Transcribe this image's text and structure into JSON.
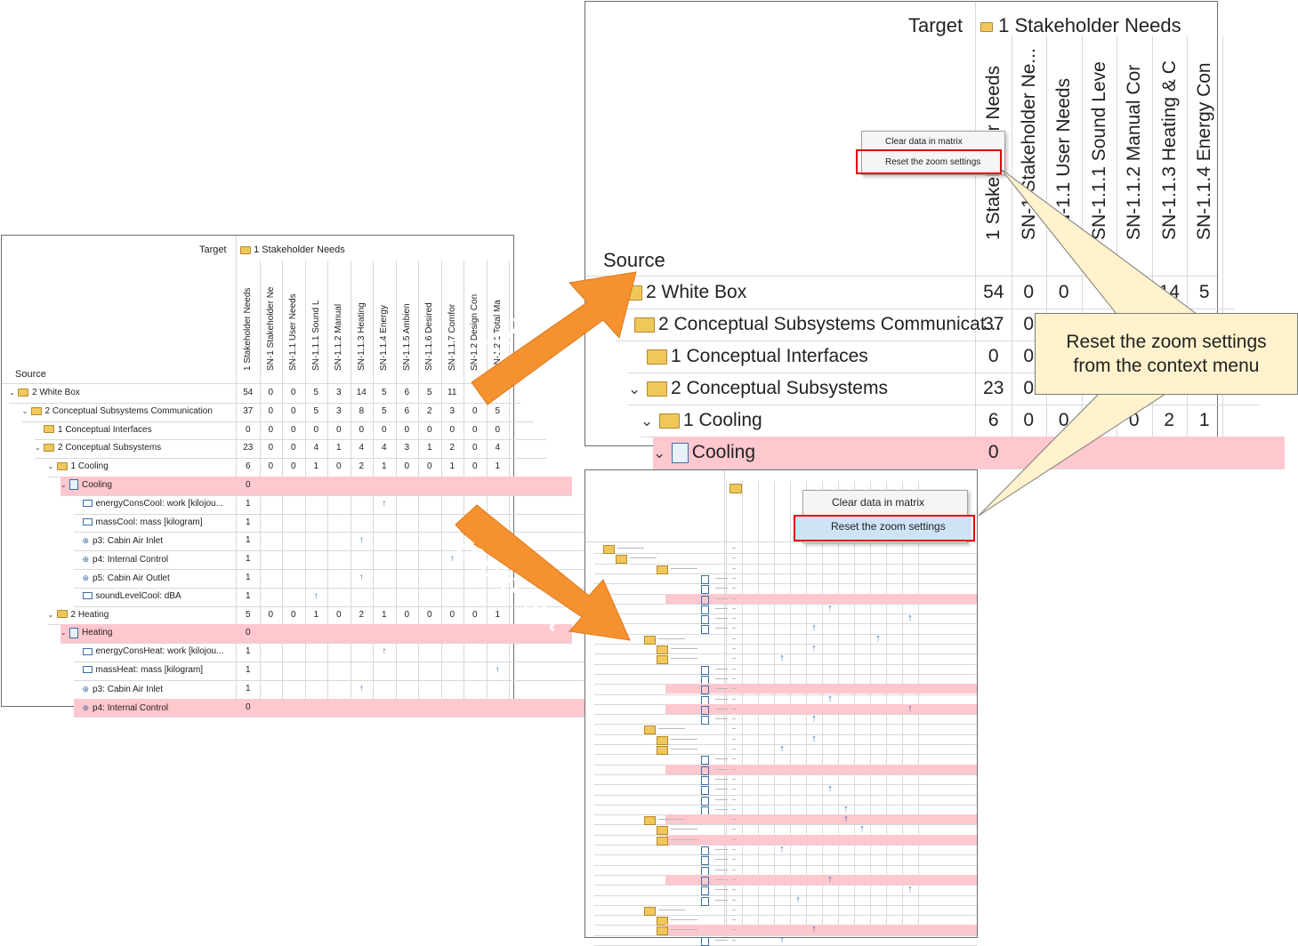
{
  "left": {
    "target_label": "Target",
    "source_label": "Source",
    "group_header": "1 Stakeholder Needs",
    "columns": [
      "1 Stakeholder Needs",
      "SN-1 Stakeholder Ne",
      "SN-1.1 User Needs",
      "SN-1.1.1 Sound L",
      "SN-1.1.2 Manual",
      "SN-1.1.3 Heating",
      "SN-1.1.4 Energy",
      "SN-1.1.5 Ambien",
      "SN-1.1.6 Desired",
      "SN-1.1.7 Comfor",
      "SN-1.2 Design Con",
      "SN-1.2.1 Total Ma"
    ],
    "rows": [
      {
        "label": "2 White Box",
        "cells": [
          "54",
          "0",
          "0",
          "5",
          "3",
          "14",
          "5",
          "6",
          "5",
          "11",
          "",
          ""
        ]
      },
      {
        "label": "2 Conceptual Subsystems Communication",
        "cells": [
          "37",
          "0",
          "0",
          "5",
          "3",
          "8",
          "5",
          "6",
          "2",
          "3",
          "0",
          "5"
        ]
      },
      {
        "label": "1 Conceptual Interfaces",
        "cells": [
          "0",
          "0",
          "0",
          "0",
          "0",
          "0",
          "0",
          "0",
          "0",
          "0",
          "0",
          "0"
        ]
      },
      {
        "label": "2 Conceptual Subsystems",
        "cells": [
          "23",
          "0",
          "0",
          "4",
          "1",
          "4",
          "4",
          "3",
          "1",
          "2",
          "0",
          "4"
        ]
      },
      {
        "label": "1 Cooling",
        "cells": [
          "6",
          "0",
          "0",
          "1",
          "0",
          "2",
          "1",
          "0",
          "0",
          "1",
          "0",
          "1"
        ]
      },
      {
        "label": "Cooling",
        "cells": [
          "0",
          "",
          "",
          "",
          "",
          "",
          "",
          "",
          "",
          "",
          "",
          ""
        ]
      },
      {
        "label": "energyConsCool: work [kilojou...",
        "cells": [
          "1",
          "",
          "",
          "",
          "",
          "",
          "↑",
          "",
          "",
          "",
          "",
          ""
        ]
      },
      {
        "label": "massCool: mass [kilogram]",
        "cells": [
          "1",
          "",
          "",
          "",
          "",
          "",
          "",
          "",
          "",
          "",
          "",
          ""
        ]
      },
      {
        "label": "p3: Cabin Air Inlet",
        "cells": [
          "1",
          "",
          "",
          "",
          "",
          "↑",
          "",
          "",
          "",
          "",
          "",
          ""
        ]
      },
      {
        "label": "p4: Internal Control",
        "cells": [
          "1",
          "",
          "",
          "",
          "",
          "",
          "",
          "",
          "",
          "↑",
          "",
          ""
        ]
      },
      {
        "label": "p5: Cabin Air Outlet",
        "cells": [
          "1",
          "",
          "",
          "",
          "",
          "↑",
          "",
          "",
          "",
          "",
          "",
          ""
        ]
      },
      {
        "label": "soundLevelCool: dBA",
        "cells": [
          "1",
          "",
          "",
          "↑",
          "",
          "",
          "",
          "",
          "",
          "",
          "",
          ""
        ]
      },
      {
        "label": "2 Heating",
        "cells": [
          "5",
          "0",
          "0",
          "1",
          "0",
          "2",
          "1",
          "0",
          "0",
          "0",
          "0",
          "1"
        ]
      },
      {
        "label": "Heating",
        "cells": [
          "0",
          "",
          "",
          "",
          "",
          "",
          "",
          "",
          "",
          "",
          "",
          ""
        ]
      },
      {
        "label": "energyConsHeat: work [kilojou...",
        "cells": [
          "1",
          "",
          "",
          "",
          "",
          "",
          "↑",
          "",
          "",
          "",
          "",
          ""
        ]
      },
      {
        "label": "massHeat: mass [kilogram]",
        "cells": [
          "1",
          "",
          "",
          "",
          "",
          "",
          "",
          "",
          "",
          "",
          "",
          "↑"
        ]
      },
      {
        "label": "p3: Cabin Air Inlet",
        "cells": [
          "1",
          "",
          "",
          "",
          "",
          "↑",
          "",
          "",
          "",
          "",
          "",
          ""
        ]
      },
      {
        "label": "p4: Internal Control",
        "cells": [
          "0",
          "",
          "",
          "",
          "",
          "",
          "",
          "",
          "",
          "",
          "",
          ""
        ]
      }
    ]
  },
  "zoomin": {
    "target_label": "Target",
    "source_label": "Source",
    "group_header": "1 Stakeholder Needs",
    "columns": [
      "1 Stakeholder Needs",
      "SN-1 Stakeholder Ne...",
      "SN-1.1 User Needs",
      "SN-1.1.1 Sound Leve",
      "SN-1.1.2 Manual Cor",
      "SN-1.1.3 Heating & C",
      "SN-1.1.4 Energy Con"
    ],
    "rows": [
      {
        "label": "2 White Box",
        "cells": [
          "54",
          "0",
          "0",
          "",
          "3",
          "14",
          "5"
        ]
      },
      {
        "label": "2 Conceptual Subsystems Communicat...",
        "cells": [
          "37",
          "0",
          "",
          "",
          "",
          "",
          ""
        ]
      },
      {
        "label": "1 Conceptual Interfaces",
        "cells": [
          "0",
          "0",
          "",
          "",
          "",
          "",
          ""
        ]
      },
      {
        "label": "2 Conceptual Subsystems",
        "cells": [
          "23",
          "0",
          "",
          "",
          "",
          "",
          ""
        ]
      },
      {
        "label": "1 Cooling",
        "cells": [
          "6",
          "0",
          "0",
          "",
          "0",
          "2",
          "1"
        ]
      },
      {
        "label": "Cooling",
        "cells": [
          "0",
          "",
          "",
          "",
          "",
          "",
          ""
        ]
      }
    ],
    "menu": {
      "clear": "Clear data in matrix",
      "reset": "Reset the zoom settings"
    }
  },
  "zoomout": {
    "menu": {
      "clear": "Clear data in matrix",
      "reset": "Reset the zoom settings"
    }
  },
  "callouts": {
    "zoom_in": "zoom in",
    "zoom_out": "zoom out",
    "tooltip_line1": "Reset the zoom settings",
    "tooltip_line2": "from the context menu"
  },
  "colors": {
    "accent": "#f6912f",
    "highlight": "#e00000",
    "pink": "#ffc7ce",
    "callout_bg": "#fff2cc"
  }
}
